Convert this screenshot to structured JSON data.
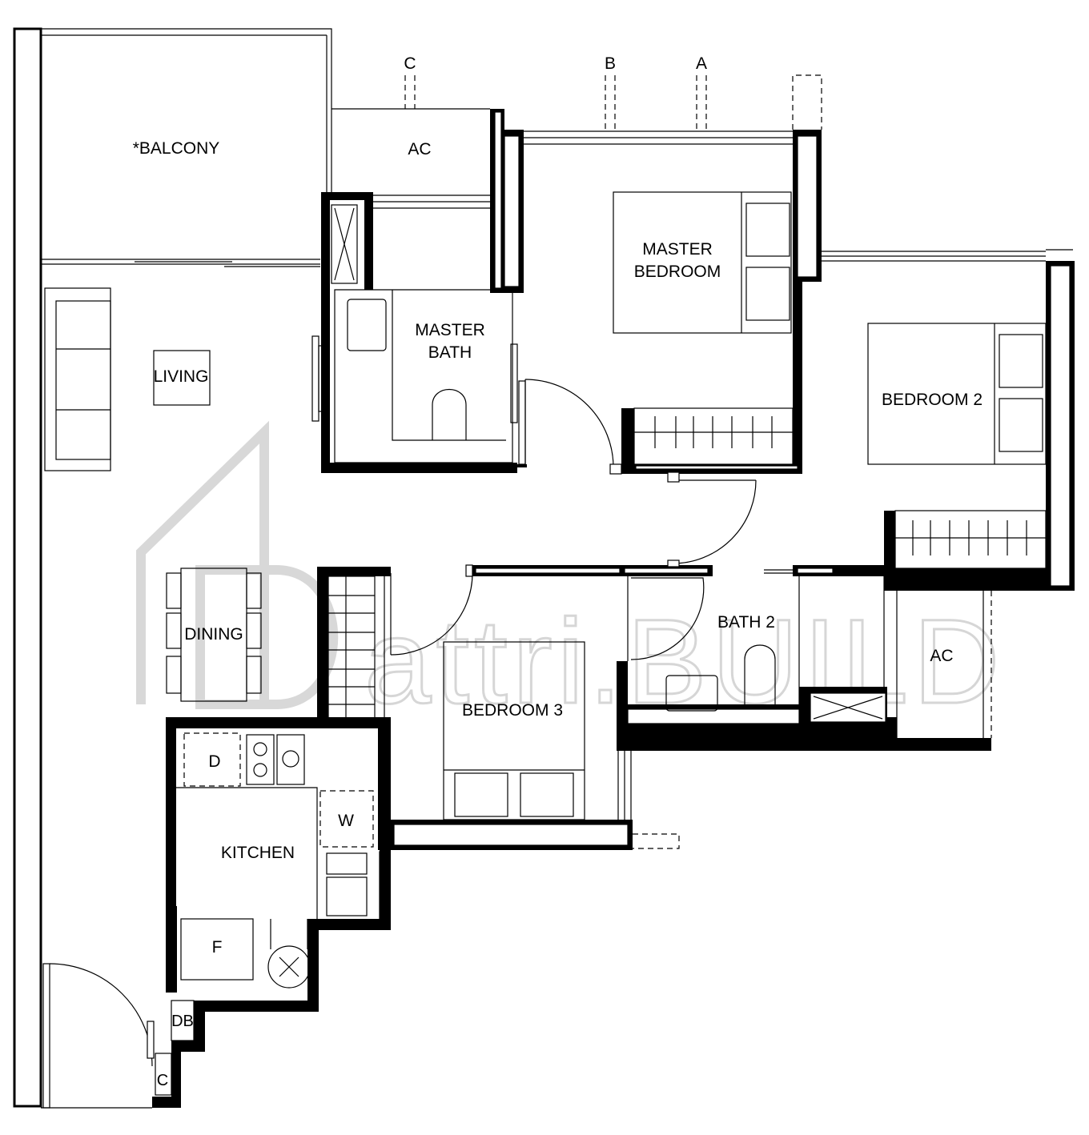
{
  "rooms": {
    "balcony": "*BALCONY",
    "ac_top": "AC",
    "master_bedroom_line1": "MASTER",
    "master_bedroom_line2": "BEDROOM",
    "master_bath_line1": "MASTER",
    "master_bath_line2": "BATH",
    "living": "LIVING",
    "bedroom_2": "BEDROOM 2",
    "dining": "DINING",
    "bath_2": "BATH 2",
    "ac_right": "AC",
    "bedroom_3": "BEDROOM 3",
    "kitchen": "KITCHEN",
    "dishwasher": "D",
    "washer": "W",
    "fridge": "F",
    "db": "DB",
    "closet": "C"
  },
  "section_markers": {
    "c": "C",
    "b": "B",
    "a": "A"
  },
  "watermark": "attri.BUILD",
  "colors": {
    "wall": "#000000",
    "watermark": "#d6d6d6",
    "background": "#ffffff"
  }
}
